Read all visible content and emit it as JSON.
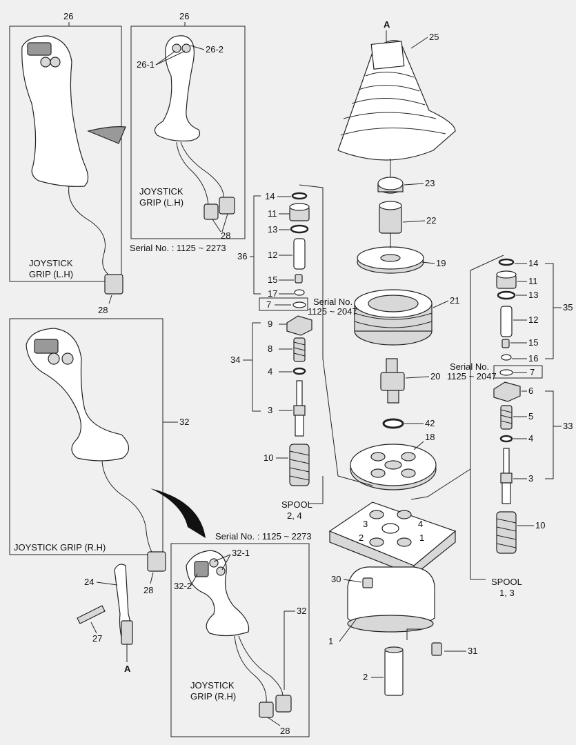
{
  "labels": {
    "p26_a": "26",
    "p26_b": "26",
    "p26_1": "26-1",
    "p26_2": "26-2",
    "p28_a": "28",
    "p28_b": "28",
    "p28_c": "28",
    "p28_d": "28",
    "p32_a": "32",
    "p32_1": "32-1",
    "p32_2": "32-2",
    "p32_b": "32",
    "p24": "24",
    "p27": "27",
    "pA_bottom": "A",
    "pA_top": "A",
    "p25": "25",
    "p23": "23",
    "p22": "22",
    "p19": "19",
    "p21": "21",
    "p20": "20",
    "p42": "42",
    "p18": "18",
    "p30": "30",
    "p1": "1",
    "p31": "31",
    "p2": "2",
    "l14": "14",
    "l11": "11",
    "l13": "13",
    "l12": "12",
    "l15": "15",
    "l17": "17",
    "l7": "7",
    "l9": "9",
    "l8": "8",
    "l4": "4",
    "l3": "3",
    "l10": "10",
    "l36": "36",
    "l34": "34",
    "r14": "14",
    "r11": "11",
    "r13": "13",
    "r12": "12",
    "r15": "15",
    "r16": "16",
    "r7": "7",
    "r6": "6",
    "r5": "5",
    "r4": "4",
    "r3": "3",
    "r10": "10",
    "r35": "35",
    "r33": "33",
    "base3": "3",
    "base2": "2",
    "base4": "4",
    "base1": "1"
  },
  "captions": {
    "jg_lh_1": "JOYSTICK",
    "jg_lh_2": "GRIP (L.H)",
    "jg_lh_box_1": "JOYSTICK",
    "jg_lh_box_2": "GRIP (L.H)",
    "serial_top": "Serial No. : 1125 ~ 2273",
    "jg_rh": "JOYSTICK GRIP (R.H)",
    "serial_mid": "Serial No. : 1125 ~ 2273",
    "jg_rh_box_1": "JOYSTICK",
    "jg_rh_box_2": "GRIP (R.H)",
    "serial_l_1": "Serial No.",
    "serial_l_2": "1125 ~ 2047",
    "serial_r_1": "Serial No.",
    "serial_r_2": "1125 ~ 2047",
    "spool_l_1": "SPOOL",
    "spool_l_2": "2, 4",
    "spool_r_1": "SPOOL",
    "spool_r_2": "1, 3"
  },
  "colors": {
    "line": "#222222",
    "background": "#f0f0f0"
  }
}
